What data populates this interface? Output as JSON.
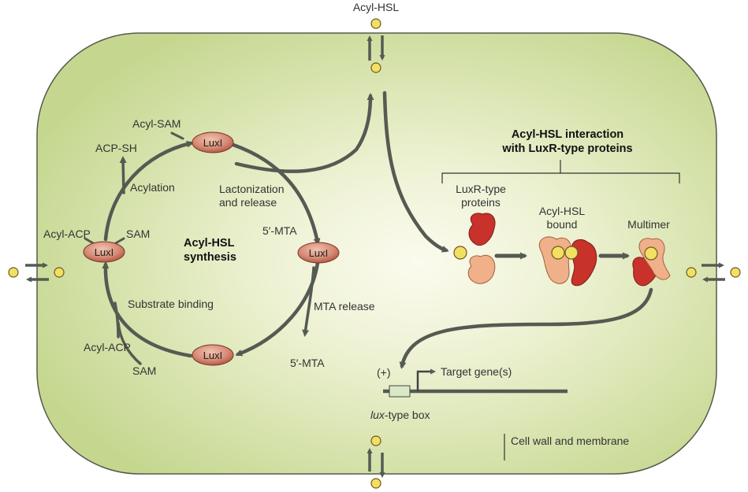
{
  "labels": {
    "acyl_hsl_top": "Acyl-HSL",
    "acyl_sam": "Acyl-SAM",
    "acp_sh": "ACP-SH",
    "acylation": "Acylation",
    "lactonization_1": "Lactonization",
    "lactonization_2": "and release",
    "acyl_acp_left": "Acyl-ACP",
    "sam_left": "SAM",
    "synthesis_1": "Acyl-HSL",
    "synthesis_2": "synthesis",
    "mta_top": "5′-MTA",
    "substrate_binding": "Substrate binding",
    "mta_release": "MTA release",
    "acyl_acp_bottom": "Acyl-ACP",
    "mta_bottom": "5′-MTA",
    "sam_bottom": "SAM",
    "interaction_1": "Acyl-HSL interaction",
    "interaction_2": "with LuxR-type proteins",
    "luxr_1": "LuxR-type",
    "luxr_2": "proteins",
    "bound_1": "Acyl-HSL",
    "bound_2": "bound",
    "multimer": "Multimer",
    "plus": "(+)",
    "target_genes": "Target gene(s)",
    "lux_box_italic": "lux",
    "lux_box_rest": "-type box",
    "cell_wall": "Cell wall and membrane"
  },
  "enzyme_label": "LuxI",
  "colors": {
    "cytoplasm_edge": "#c5d78f",
    "cytoplasm_center": "#fbfbee",
    "membrane_stroke": "#565a4c",
    "arrow": "#555a52",
    "molecule_fill": "#f3df62",
    "luxi_fill": "#c8705c",
    "luxr_dark": "#c8322a",
    "luxr_light": "#f0b08a",
    "lux_box_fill": "#d8e8c8"
  }
}
